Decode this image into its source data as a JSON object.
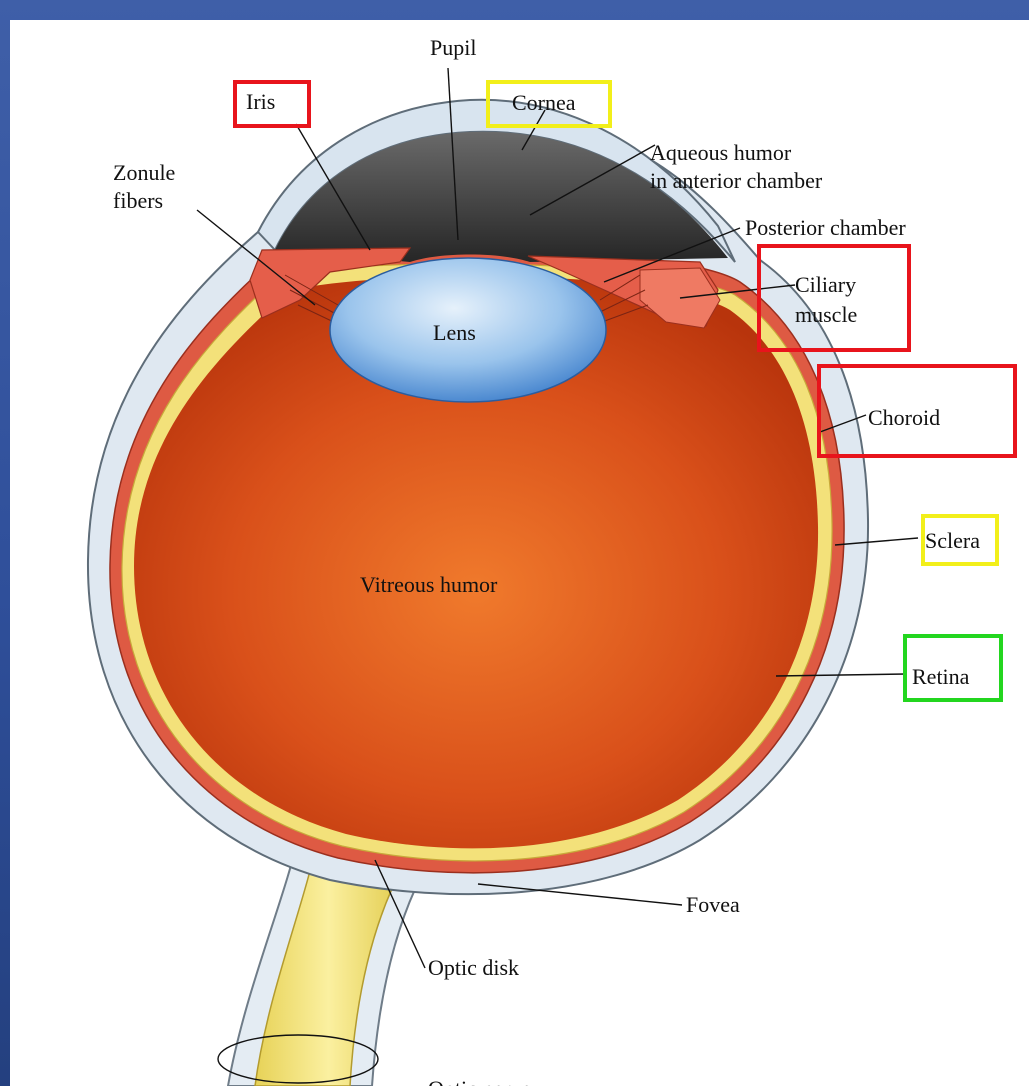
{
  "labels": {
    "pupil": "Pupil",
    "iris": "Iris",
    "cornea": "Cornea",
    "aqueous_line1": "Aqueous humor",
    "aqueous_line2": "in anterior chamber",
    "zonule_line1": "Zonule",
    "zonule_line2": "fibers",
    "posterior_chamber": "Posterior chamber",
    "ciliary_line1": "Ciliary",
    "ciliary_line2": "muscle",
    "lens": "Lens",
    "choroid": "Choroid",
    "sclera": "Sclera",
    "vitreous": "Vitreous humor",
    "retina": "Retina",
    "fovea": "Fovea",
    "optic_disk": "Optic disk",
    "optic_nerve": "Optic nerve"
  },
  "highlight_colors": {
    "red": "#e8141c",
    "yellow": "#f2ef1a",
    "green": "#23d61f"
  },
  "highlighted_labels": {
    "red": [
      "Iris",
      "Ciliary muscle",
      "Choroid"
    ],
    "yellow": [
      "Cornea",
      "Sclera"
    ],
    "green": [
      "Retina"
    ]
  },
  "tissue_colors": {
    "sclera": "#dfe8f0",
    "choroid": "#e0523e",
    "retina": "#f4e27a",
    "vitreous": "#d94f12",
    "lens": "#8fbbe8",
    "anterior_chamber": "#3a3a3a",
    "optic_nerve": "#f0df6a"
  }
}
